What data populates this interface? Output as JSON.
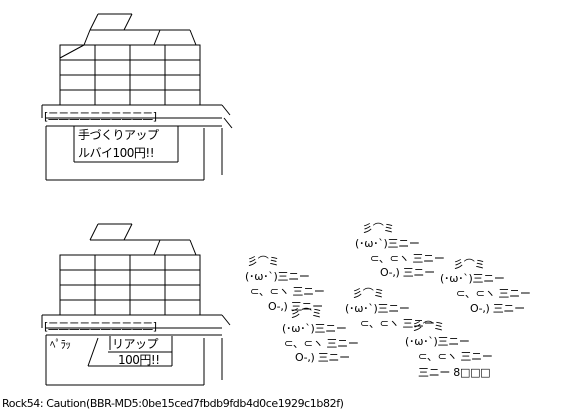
{
  "art": {
    "top_stand": {
      "sign_line1": "手づくりアップ",
      "sign_line2": "ルバイ100円!!"
    },
    "bottom_stand": {
      "sound": "ﾍﾟﾗｯ",
      "sign_line1": "リアップ",
      "sign_line2": "100円!!"
    },
    "crowd": {
      "head_row": "彡⌒ミ",
      "face_row": "(･ω･`)三ニー",
      "hands_row": "⊂、⊂ヽ 三ニー",
      "feet_row": "O-,) 三ニー",
      "trail": "三ニー 8□□□"
    }
  },
  "footer": {
    "text": "Rock54: Caution(BBR-MD5:0be15ced7fbdb9fdb4d0ce1929c1b82f)"
  }
}
